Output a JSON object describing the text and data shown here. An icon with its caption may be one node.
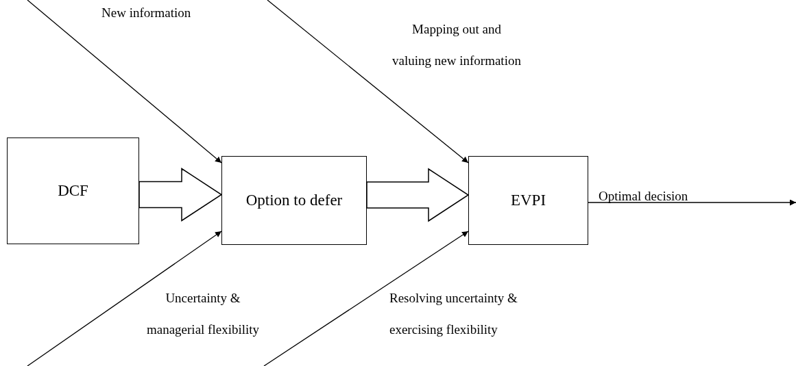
{
  "diagram": {
    "nodes": [
      {
        "text": [
          "DCF"
        ]
      },
      {
        "text": [
          "Option to defer"
        ]
      },
      {
        "text": [
          "EVPI"
        ]
      }
    ],
    "edges": [
      {
        "from": 0,
        "to": 1,
        "arrow": "to",
        "style": "thick"
      },
      {
        "from": 1,
        "to": 2,
        "arrow": "to",
        "style": "thick"
      },
      {
        "from": null,
        "to": 1,
        "arrow": "to",
        "label": "New information"
      },
      {
        "from": null,
        "to": 2,
        "arrow": "to",
        "label": "Mapping out and valuing new information"
      },
      {
        "from": 2,
        "to": null,
        "arrow": "to",
        "label": "Optimal decision"
      },
      {
        "from": null,
        "to": 1,
        "arrow": "to",
        "label": "Uncertainty & managerial flexibility"
      },
      {
        "from": null,
        "to": 2,
        "arrow": "to",
        "label": "Resolving uncertainty & exercising flexibility"
      }
    ]
  }
}
